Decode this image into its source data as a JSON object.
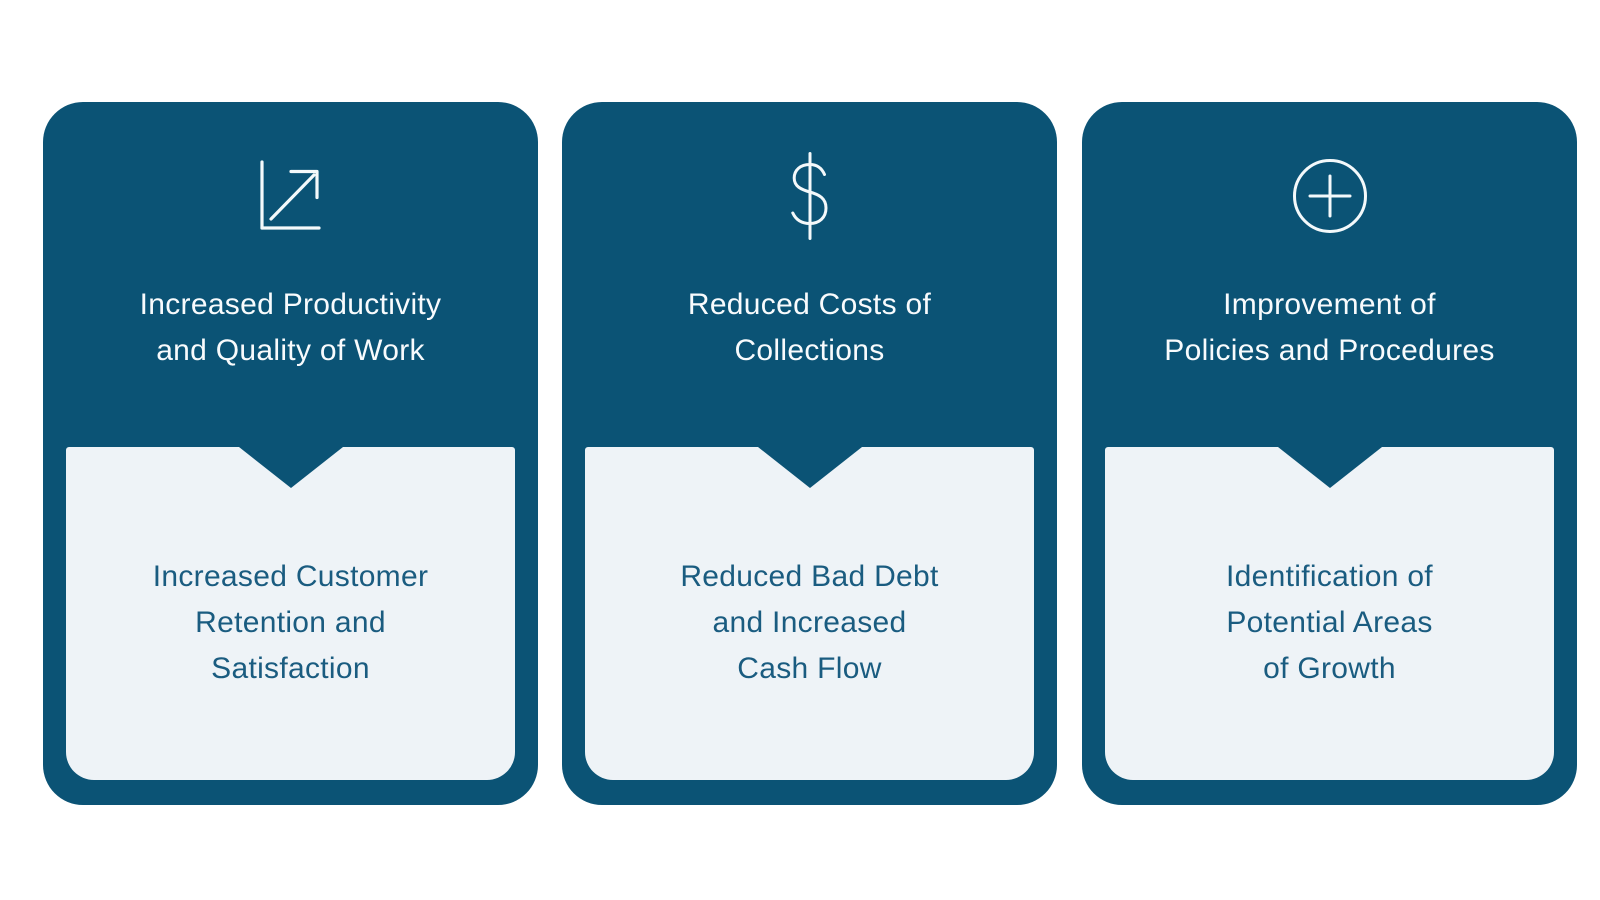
{
  "colors": {
    "page_bg": "#FFFFFF",
    "card_dark": "#0B5375",
    "panel_light": "#EEF3F7",
    "title_text": "#F8FBFD",
    "body_text": "#1A5C80",
    "icon_stroke": "#F4F9FB"
  },
  "cards": [
    {
      "icon": "trend-up-chart-icon",
      "title": "Increased Productivity\nand Quality of Work",
      "body": "Increased Customer\nRetention and\nSatisfaction"
    },
    {
      "icon": "dollar-sign-icon",
      "title": "Reduced Costs of\nCollections",
      "body": "Reduced Bad Debt\nand Increased\nCash Flow"
    },
    {
      "icon": "plus-circle-icon",
      "title": "Improvement of\nPolicies and Procedures",
      "body": "Identification of\nPotential Areas\nof Growth"
    }
  ]
}
